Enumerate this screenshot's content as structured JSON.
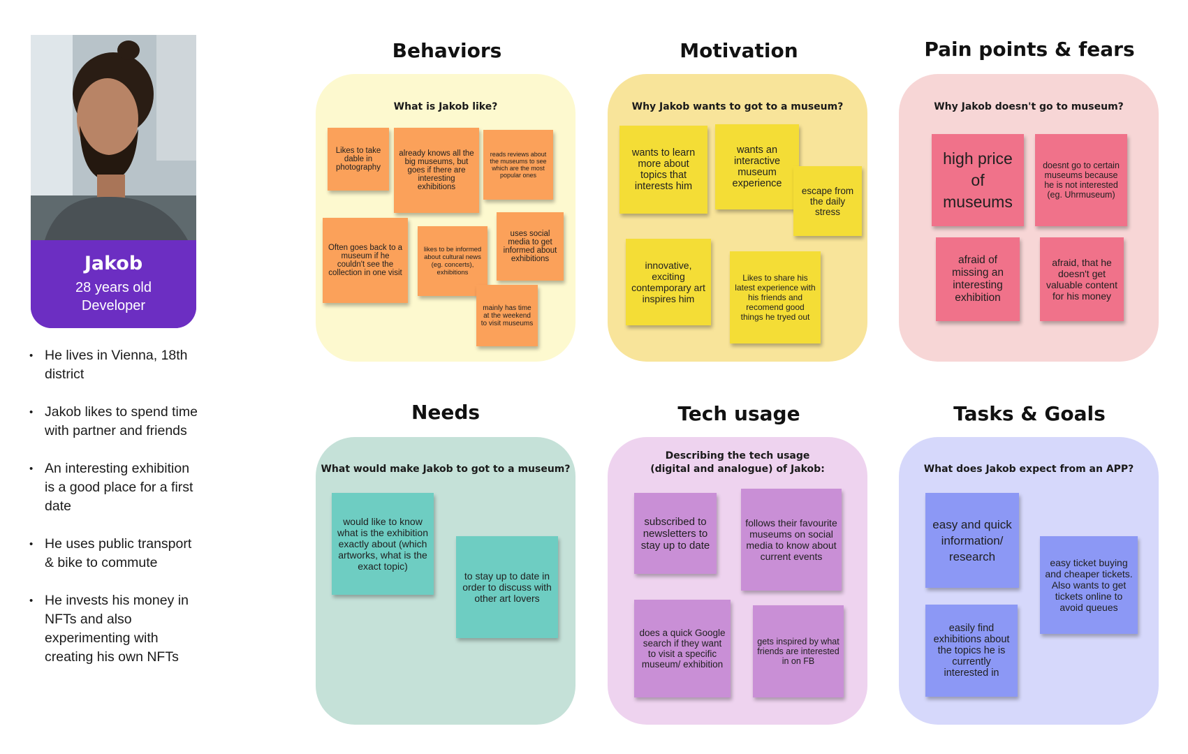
{
  "persona": {
    "name": "Jakob",
    "age": "28 years old",
    "role": "Developer"
  },
  "facts": [
    "He lives in Vienna, 18th district",
    "Jakob likes to spend time with partner and friends",
    "An interesting exhibition is a good place for a first date",
    "He uses public transport & bike to commute",
    "He invests his money in NFTs and also experimenting with creating his own NFTs"
  ],
  "sections": {
    "behaviors": {
      "title": "Behaviors",
      "question": "What is Jakob like?",
      "notes": [
        "Likes to take dable in photography",
        "already knows all the big museums, but goes if there are interesting exhibitions",
        "reads reviews about the museums to see which are the most popular ones",
        "Often goes back to a museum if he couldn't see the collection in one visit",
        "likes to be informed about cultural news (eg. concerts), exhibitions",
        "uses social media to get informed about exhibitions",
        "mainly has time at the weekend to visit museums"
      ]
    },
    "motivation": {
      "title": "Motivation",
      "question": "Why Jakob wants to got to a museum?",
      "notes": [
        "wants to learn more about topics that interests him",
        "wants an interactive museum experience",
        "escape from the daily stress",
        "innovative, exciting contemporary art inspires him",
        "Likes to share his latest experience with his friends and recomend good things he tryed out"
      ]
    },
    "pain_points": {
      "title": "Pain points & fears",
      "question": "Why Jakob doesn't go to museum?",
      "notes": [
        "high price of museums",
        "doesnt go to certain museums because he is not interested (eg. Uhrmuseum)",
        "afraid of missing an interesting exhibition",
        "afraid, that he doesn't get valuable content for his money"
      ]
    },
    "needs": {
      "title": "Needs",
      "question": "What would make Jakob to got to a museum?",
      "notes": [
        "would like to know what is the exhibition exactly about (which artworks, what is the exact topic)",
        "to stay up to date in order to discuss with other art lovers"
      ]
    },
    "tech_usage": {
      "title": "Tech usage",
      "question_line1": "Describing the tech usage",
      "question_line2": "(digital and analogue) of Jakob:",
      "notes": [
        "subscribed to newsletters to stay up to date",
        "follows their favourite museums on social media to know about current events",
        "does a quick Google search if they want to visit a specific museum/ exhibition",
        "gets inspired by what friends are interested in on FB"
      ]
    },
    "tasks_goals": {
      "title": "Tasks & Goals",
      "question": "What does Jakob expect from an APP?",
      "notes": [
        "easy and quick information/ research",
        "easy ticket buying and cheaper tickets. Also wants to get tickets online to avoid queues",
        "easily find exhibitions about the topics he is currently interested in"
      ]
    }
  },
  "colors": {
    "persona_purple": "#6c2ec2",
    "behaviors_bg": "#fdf9cf",
    "behaviors_note": "#fba15a",
    "motivation_bg": "#f8e49a",
    "motivation_note": "#f4dd36",
    "pain_bg": "#f7d6d6",
    "pain_note": "#f0728a",
    "needs_bg": "#c5e1d8",
    "needs_note": "#6ecdc2",
    "tech_bg": "#eed3ef",
    "tech_note": "#c98fd6",
    "tasks_bg": "#d6d8fb",
    "tasks_note": "#8c98f5"
  }
}
